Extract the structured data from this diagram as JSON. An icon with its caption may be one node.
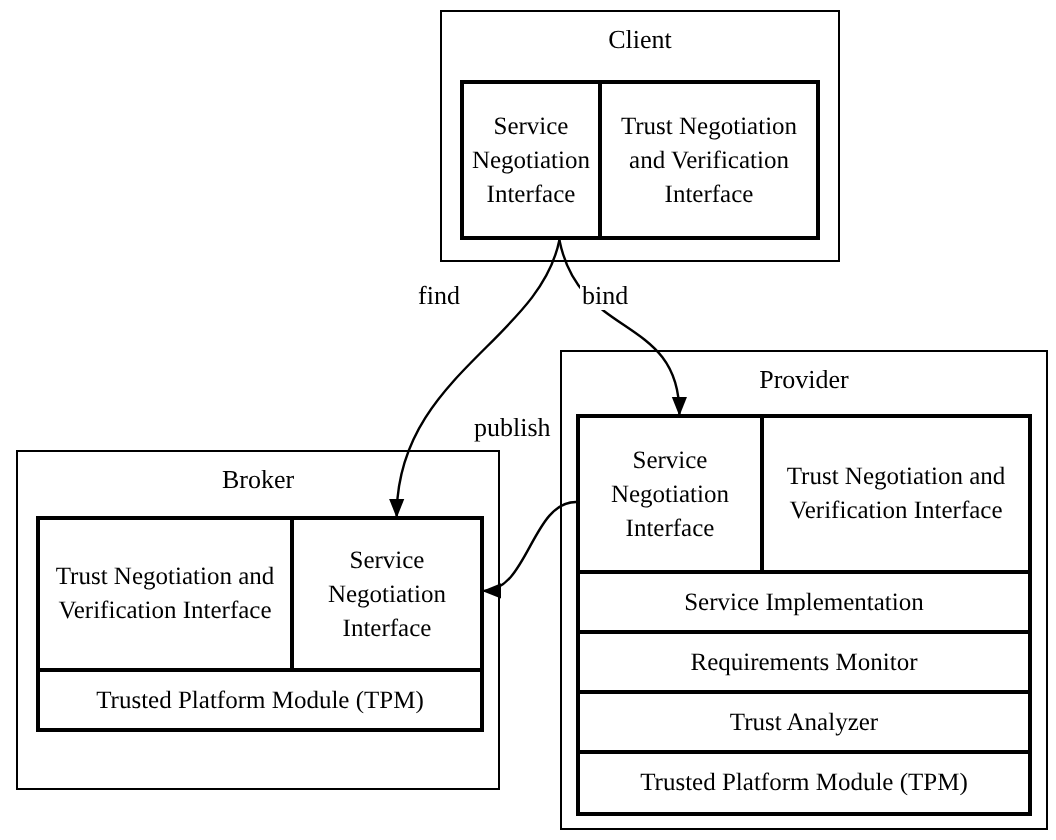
{
  "diagram": {
    "nodes": [
      {
        "text": [
          "Client"
        ]
      },
      {
        "text": [
          "Service Negotiation Interface"
        ],
        "in": 0
      },
      {
        "text": [
          "Trust Negotiation and Verification Interface"
        ],
        "in": 0
      },
      {
        "text": [
          "Provider"
        ]
      },
      {
        "text": [
          "Service Negotiation Interface"
        ],
        "in": 3
      },
      {
        "text": [
          "Trust Negotiation and Verification Interface"
        ],
        "in": 3
      },
      {
        "text": [
          "Service Implementation"
        ],
        "in": 3
      },
      {
        "text": [
          "Requirements Monitor"
        ],
        "in": 3
      },
      {
        "text": [
          "Trust Analyzer"
        ],
        "in": 3
      },
      {
        "text": [
          "Trusted Platform Module (TPM)"
        ],
        "in": 3
      },
      {
        "text": [
          "Broker"
        ]
      },
      {
        "text": [
          "Trust Negotiation and Verification Interface"
        ],
        "in": 10
      },
      {
        "text": [
          "Service Negotiation Interface"
        ],
        "in": 10
      },
      {
        "text": [
          "Trusted Platform Module (TPM)"
        ],
        "in": 10
      }
    ],
    "edges": [
      {
        "from": 1,
        "to": 12,
        "arrow": "to",
        "label": "find"
      },
      {
        "from": 1,
        "to": 4,
        "arrow": "to",
        "label": "bind"
      },
      {
        "from": 4,
        "to": 12,
        "arrow": "to",
        "label": "publish"
      }
    ]
  }
}
